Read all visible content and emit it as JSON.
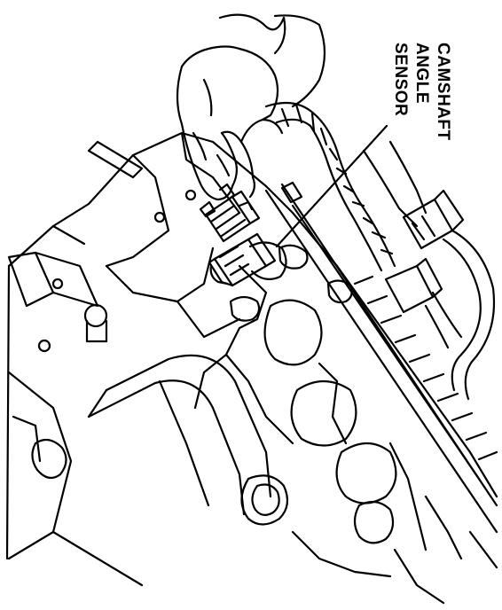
{
  "figure": {
    "callout": {
      "lines": [
        "CAMSHAFT",
        "ANGLE",
        "SENSOR"
      ]
    },
    "colors": {
      "ink": "#000000",
      "paper": "#ffffff"
    },
    "parts": {
      "sensor": "sensor-icon",
      "connector": "connector-icon",
      "hand": "hand-icon",
      "harness": "wiring-harness-icon",
      "cylinder_head": "cylinder-head-icon"
    }
  }
}
